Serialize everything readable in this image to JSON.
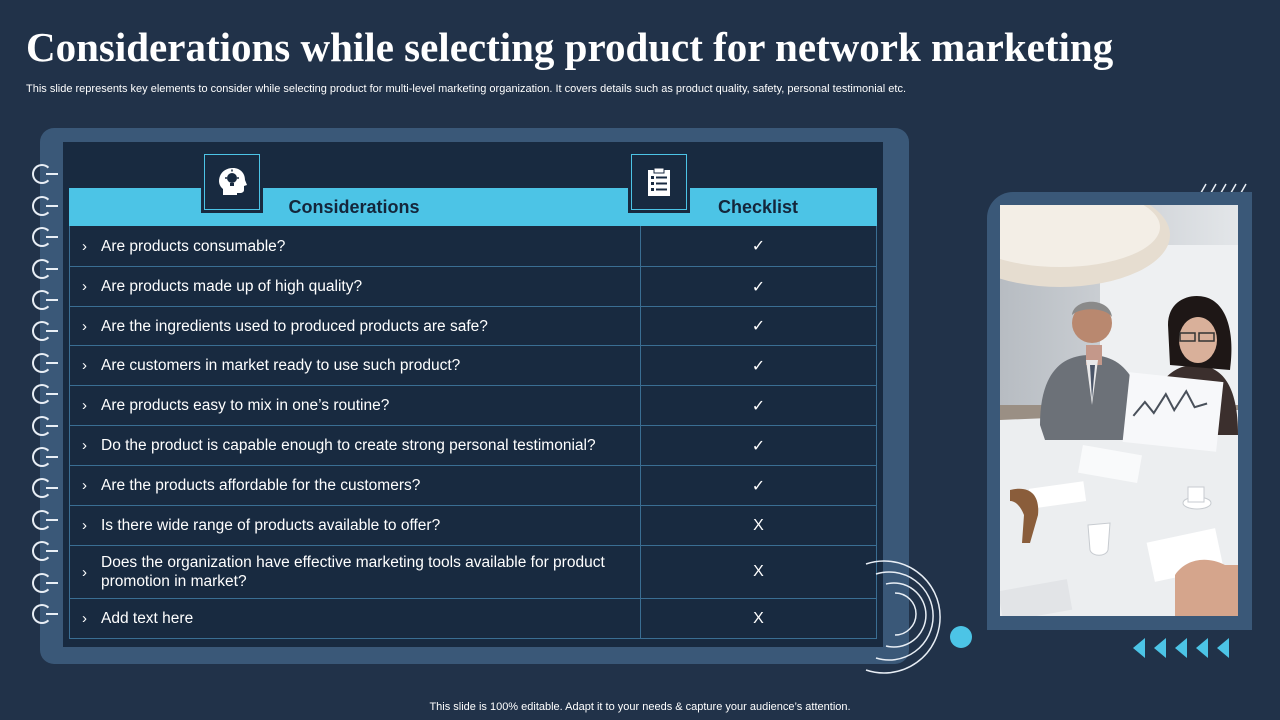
{
  "slide": {
    "title": "Considerations while selecting product for network marketing",
    "subtitle": "This slide represents key elements to consider while selecting product for multi-level marketing organization. It covers details such as product quality, safety,  personal testimonial etc.",
    "footer": "This slide is 100% editable. Adapt it to your needs & capture your audience’s attention."
  },
  "table": {
    "headers": {
      "considerations": "Considerations",
      "checklist": "Checklist"
    },
    "chevron": "›",
    "rows": [
      {
        "question": "Are products consumable?",
        "check": "✓"
      },
      {
        "question": "Are products made up of high quality?",
        "check": "✓"
      },
      {
        "question": "Are the ingredients used to produced products are safe?",
        "check": "✓"
      },
      {
        "question": "Are customers in market ready to use such product?",
        "check": "✓"
      },
      {
        "question": "Are products easy to mix in one’s routine?",
        "check": "✓"
      },
      {
        "question": "Do the product is capable enough to create strong personal testimonial?",
        "check": "✓"
      },
      {
        "question": "Are the products affordable for the customers?",
        "check": "✓"
      },
      {
        "question": "Is there wide range of products available to offer?",
        "check": "X"
      },
      {
        "question": "Does the organization have effective marketing tools available for product promotion in market?",
        "check": "X"
      },
      {
        "question": "Add text here",
        "check": "X"
      }
    ]
  },
  "icons": {
    "considerations": "head-lightbulb-icon",
    "checklist": "clipboard-checklist-icon",
    "photo": "business-meeting-photo"
  },
  "colors": {
    "background": "#213249",
    "accent": "#4cc4e6",
    "frame": "#3a5878",
    "panel": "#182a40"
  }
}
